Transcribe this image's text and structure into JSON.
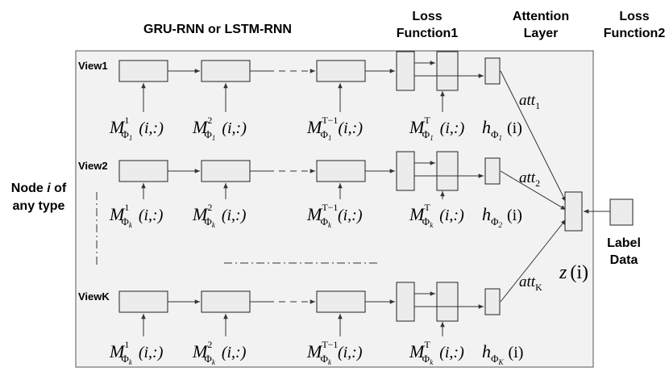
{
  "headers": {
    "rnn": "GRU-RNN or LSTM-RNN",
    "loss1_line1": "Loss",
    "loss1_line2": "Function1",
    "att_line1": "Attention",
    "att_line2": "Layer",
    "loss2_line1": "Loss",
    "loss2_line2": "Function2"
  },
  "node_label": {
    "line1_pre": "Node ",
    "line1_var": "i",
    "line1_post": " of",
    "line2": "any type"
  },
  "views": [
    {
      "label": "View1",
      "m_subs": [
        "Φ",
        "Φ",
        "Φ",
        "Φ"
      ],
      "m_subsub": [
        "1",
        "1",
        "1",
        "1"
      ],
      "m_sups": [
        "1",
        "2",
        "T−1",
        "T"
      ],
      "h_sub": "Φ",
      "h_subsub": "1",
      "att_sub": "1"
    },
    {
      "label": "View2",
      "m_subs": [
        "Φ",
        "Φ",
        "Φ",
        "Φ"
      ],
      "m_subsub": [
        "k",
        "k",
        "k",
        "k"
      ],
      "m_sups": [
        "1",
        "2",
        "T−1",
        "T"
      ],
      "h_sub": "Φ",
      "h_subsub": "2",
      "att_sub": "2"
    },
    {
      "label": "ViewK",
      "m_subs": [
        "Φ",
        "Φ",
        "Φ",
        "Φ"
      ],
      "m_subsub": [
        "k",
        "k",
        "k",
        "k"
      ],
      "m_sups": [
        "1",
        "2",
        "T−1",
        "T"
      ],
      "h_sub": "Φ",
      "h_subsub": "K",
      "att_sub": "K"
    }
  ],
  "math": {
    "m_letter": "M",
    "args": "(i,:)",
    "h_letter": "h",
    "h_args": "(i)",
    "att": "att"
  },
  "z_label": {
    "letter": "z",
    "args": "(i)"
  },
  "label_data": {
    "line1": "Label",
    "line2": "Data"
  },
  "colors": {
    "box_fill": "#ececec",
    "panel_fill": "#f2f2f2",
    "stroke": "#333333"
  }
}
